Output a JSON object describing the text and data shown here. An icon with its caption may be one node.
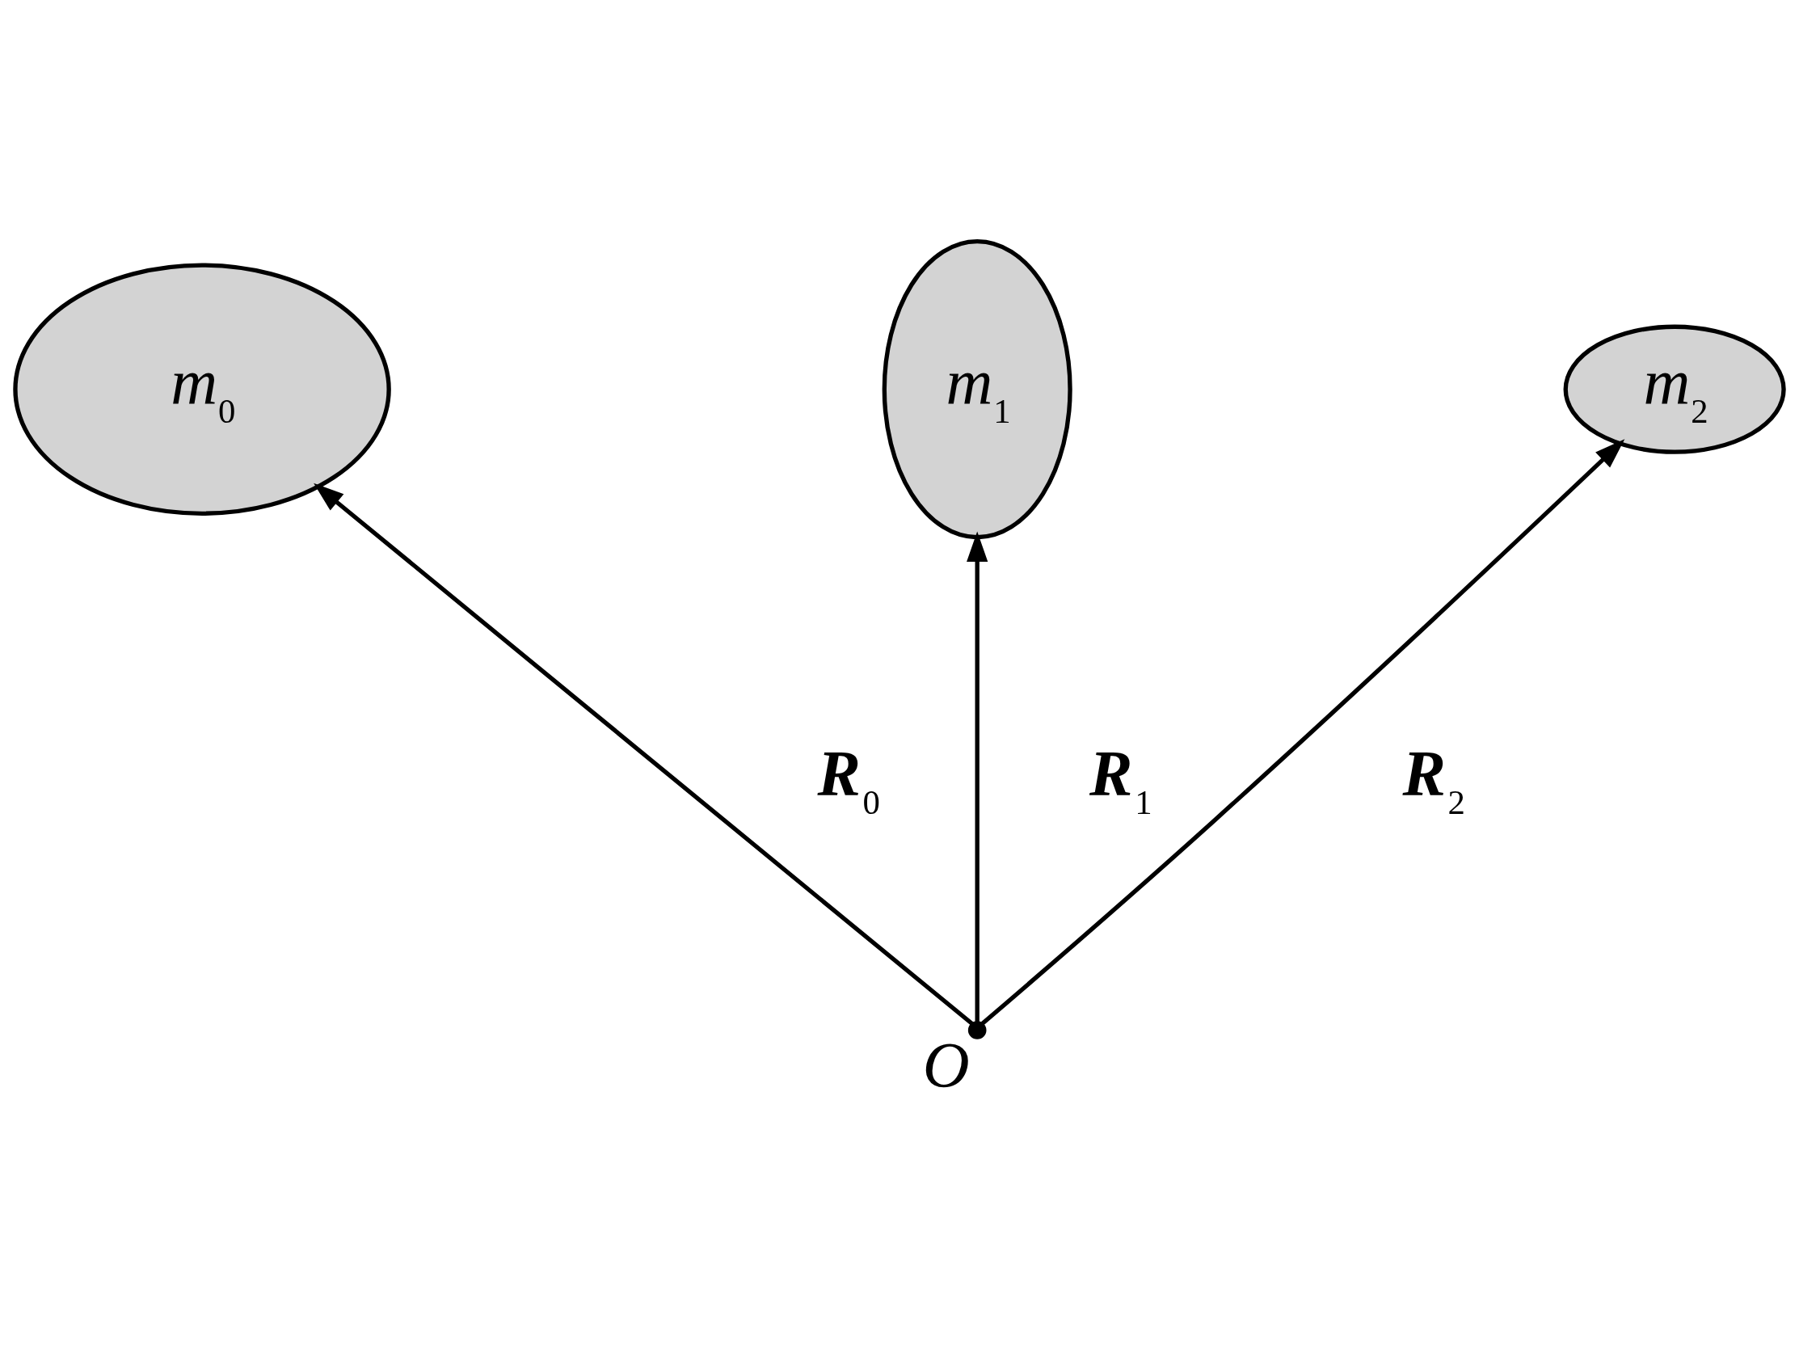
{
  "diagram": {
    "nodes": [
      {
        "text": [
          "*m*$_{1}$"
        ]
      },
      {
        "text": [
          "*m*$_{2}$"
        ]
      },
      {
        "text": [
          "*m*$_{0}$"
        ]
      },
      {
        "text": [],
        "shape": "circle",
        "beside": [
          "*O*"
        ]
      }
    ],
    "edges": [
      {
        "from": 3,
        "to": 2,
        "arrow": "to",
        "label": "**R**$_{0}$"
      },
      {
        "from": 3,
        "to": 0,
        "arrow": "to",
        "label": "**R**$_{1}$"
      },
      {
        "from": 3,
        "to": 1,
        "arrow": "to",
        "label": "**R**$_{2}$"
      }
    ]
  }
}
